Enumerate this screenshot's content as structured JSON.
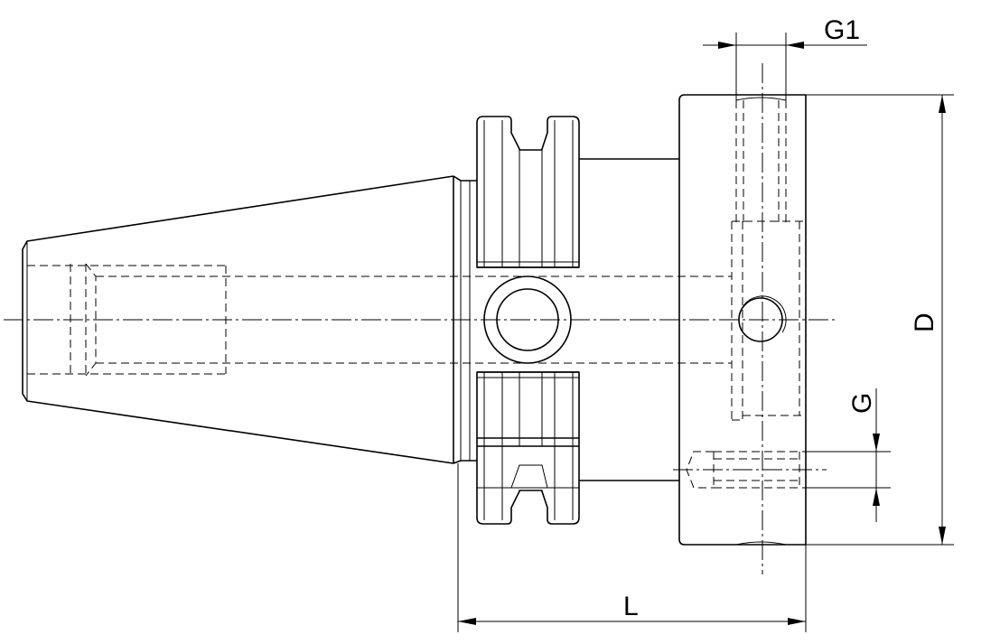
{
  "labels": {
    "g1": "G1",
    "d": "D",
    "g": "G",
    "l": "L"
  },
  "colors": {
    "line": "#000000",
    "background": "#ffffff"
  }
}
